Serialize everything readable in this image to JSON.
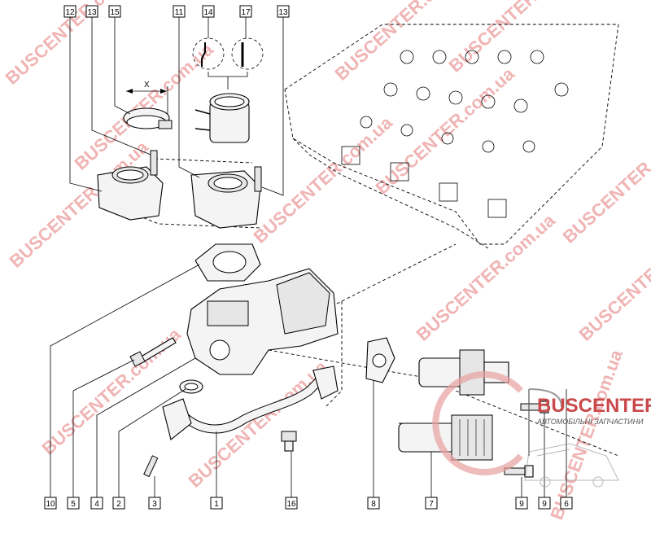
{
  "diagram": {
    "top_callouts": [
      "12",
      "13",
      "15",
      "11",
      "14",
      "17",
      "13"
    ],
    "bottom_callouts": [
      "10",
      "5",
      "4",
      "2",
      "3",
      "1",
      "16",
      "8",
      "7",
      "9",
      "9",
      "6"
    ],
    "dimension_label": "X"
  },
  "watermark": {
    "text": "BUSCENTER.com.ua",
    "part_a": "BUSCENTER",
    "part_b": "com.ua"
  },
  "logo": {
    "name": "BUSCENTER",
    "tagline": "АВТОМОБІЛЬНІ ЗАПЧАСТИНИ",
    "color": "#c9494b"
  }
}
